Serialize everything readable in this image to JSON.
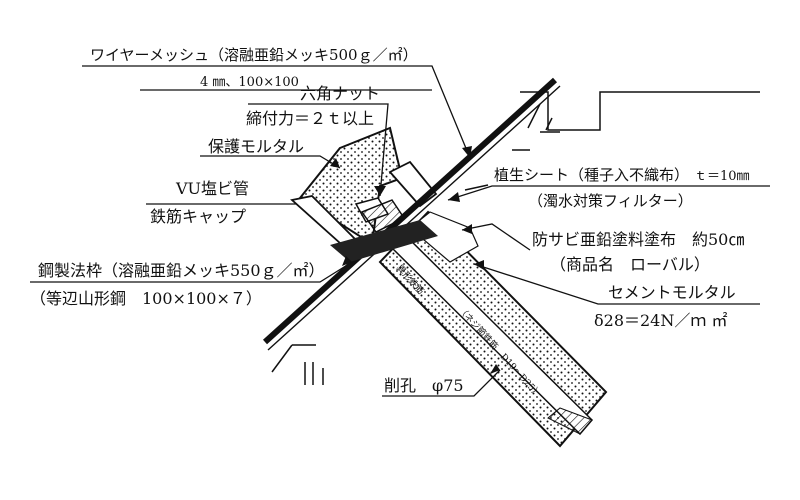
{
  "labels": {
    "wire_mesh": "ワイヤーメッシュ（溶融亜鉛メッキ500ｇ／㎡）",
    "wire_mesh_spec": "4 ㎜、100×100",
    "hex_nut": "六角ナット",
    "torque": "締付力＝２ｔ以上",
    "protective_mortar": "保護モルタル",
    "vu_pipe": "VU塩ビ管",
    "rebar_cap": "鉄筋キャップ",
    "vegetation_sheet": "植生シート（種子入不織布）",
    "thickness": "ｔ＝10㎜",
    "filter": "（濁水対策フィルター）",
    "rust_coat": "防サビ亜鉛塗料塗布　約50㎝",
    "product_name": "（商品名　ローバル）",
    "steel_frame": "鋼製法枠（溶融亜鉛メッキ550ｇ／㎡）",
    "angle_steel": "（等辺山形鋼　100×100×７）",
    "cement_mortar": "セメントモルタル",
    "mortar_strength": "δ28＝24N／ｍ ㎡",
    "drill_hole": "削孔　φ75",
    "deformed_rebar_1": "異形鉄筋",
    "deformed_rebar_2": "（ネジ節鉄筋　D19～D25）"
  },
  "colors": {
    "line": "#111111",
    "background": "#ffffff"
  }
}
